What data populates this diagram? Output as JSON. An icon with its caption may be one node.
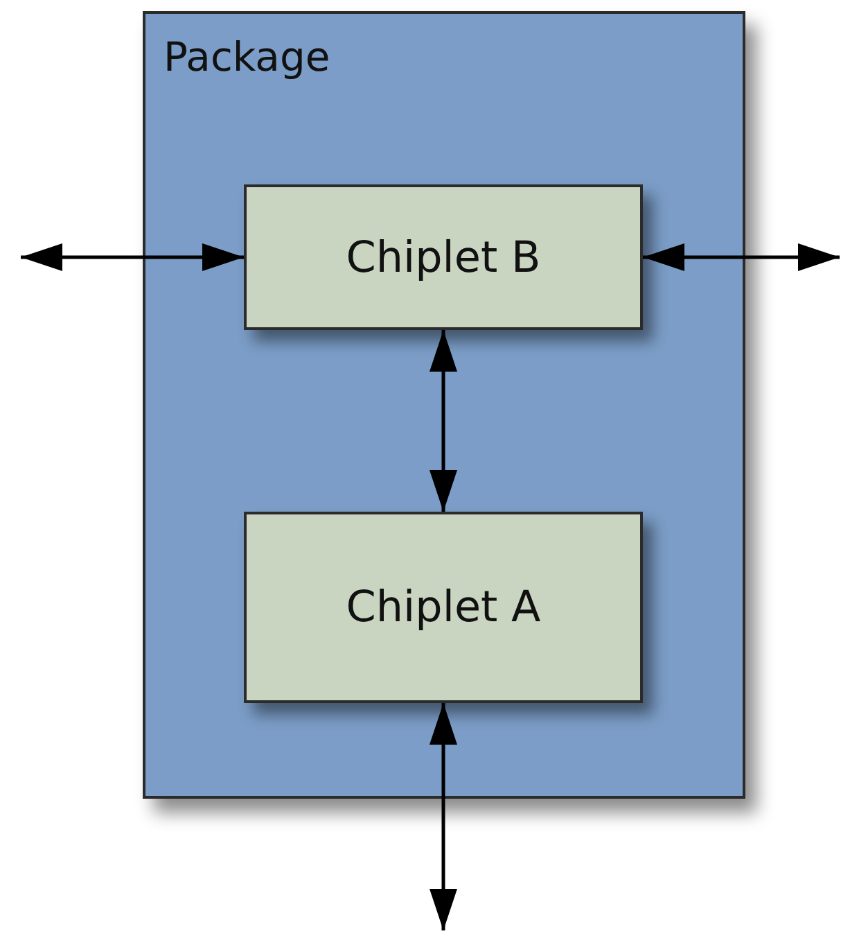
{
  "diagram": {
    "nodes": [
      {
        "text": [
          "Package"
        ]
      },
      {
        "text": [
          "Chiplet B"
        ],
        "in": 0
      },
      {
        "text": [
          "Chiplet A"
        ],
        "in": 0
      }
    ],
    "edges": [
      {
        "from": null,
        "to": 1,
        "arrow": "both"
      },
      {
        "from": 1,
        "to": null,
        "arrow": "both"
      },
      {
        "from": 1,
        "to": 2,
        "arrow": "both"
      },
      {
        "from": 2,
        "to": null,
        "arrow": "both"
      }
    ]
  }
}
